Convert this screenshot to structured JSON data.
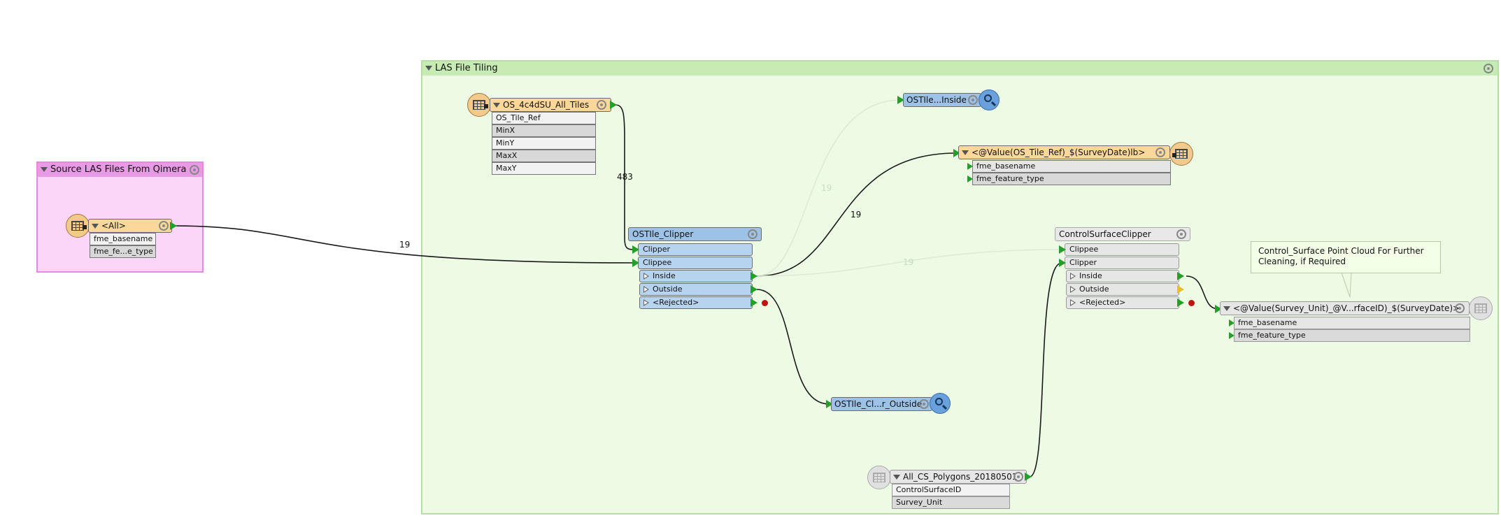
{
  "bookmarks": {
    "las_tiling": {
      "title": "LAS File Tiling",
      "bg": "#eefbe4",
      "border": "#b8dea6",
      "head_bg": "#c6ecb4"
    },
    "source_las": {
      "title": "Source LAS Files From Qimera",
      "bg": "#fcd6f8",
      "border": "#e688e0",
      "head_bg": "#e89ae4"
    }
  },
  "nodes": {
    "source_all": {
      "title": "<All>",
      "attrs": [
        "fme_basename",
        "fme_fe...e_type"
      ]
    },
    "os_tiles": {
      "title": "OS_4c4dSU_All_Tiles",
      "attrs": [
        "OS_Tile_Ref",
        "MinX",
        "MinY",
        "MaxX",
        "MaxY"
      ]
    },
    "ostile_clipper": {
      "title": "OSTIle_Clipper",
      "inputs": [
        "Clipper",
        "Clippee"
      ],
      "outputs": [
        "Inside",
        "Outside",
        "<Rejected>"
      ]
    },
    "inspector_inside": {
      "title": "OSTIle...Inside"
    },
    "inspector_outside": {
      "title": "OSTIle_Cl...r_Outside"
    },
    "writer_tile": {
      "title": "<@Value(OS_Tile_Ref)_$(SurveyDate)lb>",
      "attrs": [
        "fme_basename",
        "fme_feature_type"
      ]
    },
    "cs_clipper": {
      "title": "ControlSurfaceClipper",
      "inputs": [
        "Clippee",
        "Clipper"
      ],
      "outputs": [
        "Inside",
        "Outside",
        "<Rejected>"
      ]
    },
    "writer_cs": {
      "title": "<@Value(Survey_Unit)_@V...rfaceID)_$(SurveyDate)>",
      "attrs": [
        "fme_basename",
        "fme_feature_type"
      ]
    },
    "cs_polygons": {
      "title": "All_CS_Polygons_20180501",
      "attrs": [
        "ControlSurfaceID",
        "Survey_Unit"
      ]
    }
  },
  "counts": {
    "source_to_clippee": "19",
    "tiles_to_clipper": "483",
    "inside_to_writer": "19",
    "inside_to_inspector": "19",
    "inside_to_cs_clippee": "19"
  },
  "annotation": {
    "text": "Control_Surface Point Cloud For Further Cleaning, if Required"
  },
  "colors": {
    "reader": "#fcd79a",
    "transformer": "#9cc2e8",
    "port": "#b6d4f0",
    "disabled": "#e6e6e6",
    "writer": "#fcd79a",
    "port_green": "#22a02a",
    "rejected": "#c01010"
  }
}
